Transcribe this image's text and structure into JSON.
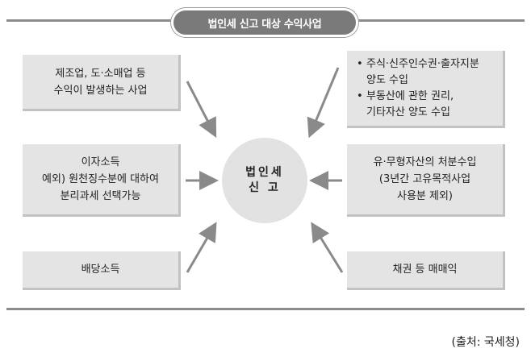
{
  "title": "법인세 신고 대상 수익사업",
  "center": {
    "line1": "법인세",
    "line2": "신 고"
  },
  "left_boxes": [
    {
      "lines": [
        "제조업, 도·소매업 등",
        "수익이 발생하는 사업"
      ]
    },
    {
      "lines": [
        "이자소득",
        "예외) 원천징수분에 대하여",
        "분리과세 선택가능"
      ]
    },
    {
      "lines": [
        "배당소득"
      ]
    }
  ],
  "right_boxes": {
    "top": {
      "bullets": [
        {
          "bullet": "•",
          "lines": [
            "주식·신주인수권·출자지분",
            "양도 수입"
          ]
        },
        {
          "bullet": "•",
          "lines": [
            "부동산에 관한 권리,",
            "기타자산 양도 수입"
          ]
        }
      ]
    },
    "middle": {
      "lines": [
        "유·무형자산의 처분수입",
        "(3년간 고유목적사업",
        "사용분 제외)"
      ]
    },
    "bottom": {
      "lines": [
        "채권 등 매매익"
      ]
    }
  },
  "source": "(출처: 국세청)",
  "colors": {
    "box_fill": "#e4e4e4",
    "box_shadow": "#c2c2c2",
    "title_fill": "#7a7a7a",
    "arrow": "#8a8a8a",
    "rule": "#8c8c8c"
  }
}
